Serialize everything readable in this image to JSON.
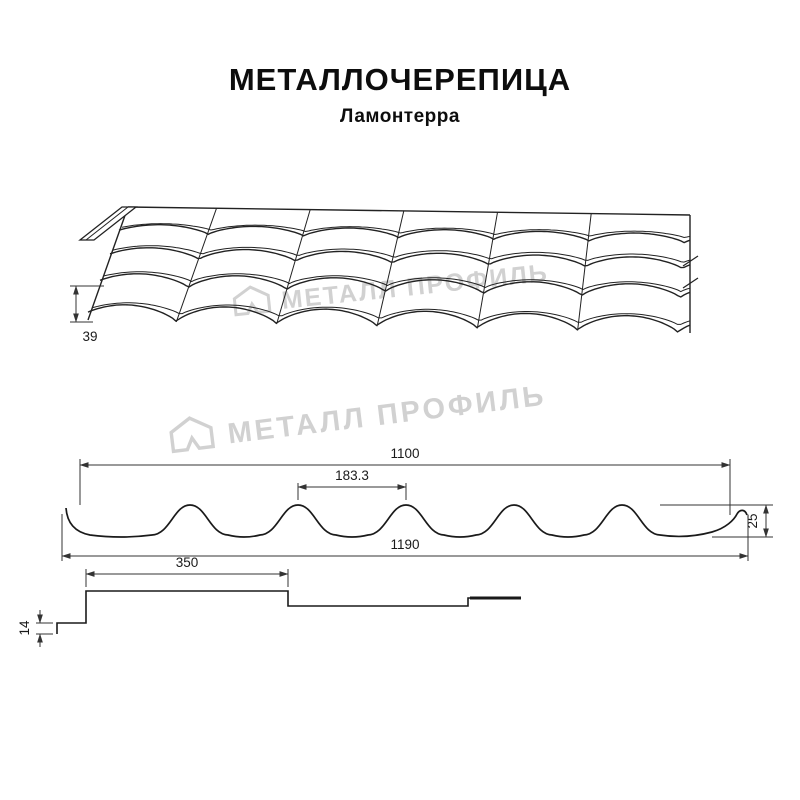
{
  "header": {
    "title": "МЕТАЛЛОЧЕРЕПИЦА",
    "subtitle": "Ламонтерра"
  },
  "watermark": {
    "text": "МЕТАЛЛ ПРОФИЛЬ",
    "color": "#c9c9c9"
  },
  "drawing": {
    "perspective_view": {
      "dim_step_height": "39"
    },
    "profile_view": {
      "dim_cover_width": "1100",
      "dim_wave_pitch": "183.3",
      "dim_profile_height": "25",
      "dim_full_width": "1190"
    },
    "module_view": {
      "dim_module_length": "350",
      "dim_step_height": "14"
    }
  },
  "colors": {
    "line": "#1a1a1a",
    "dim_line": "#333333",
    "background": "#ffffff"
  }
}
